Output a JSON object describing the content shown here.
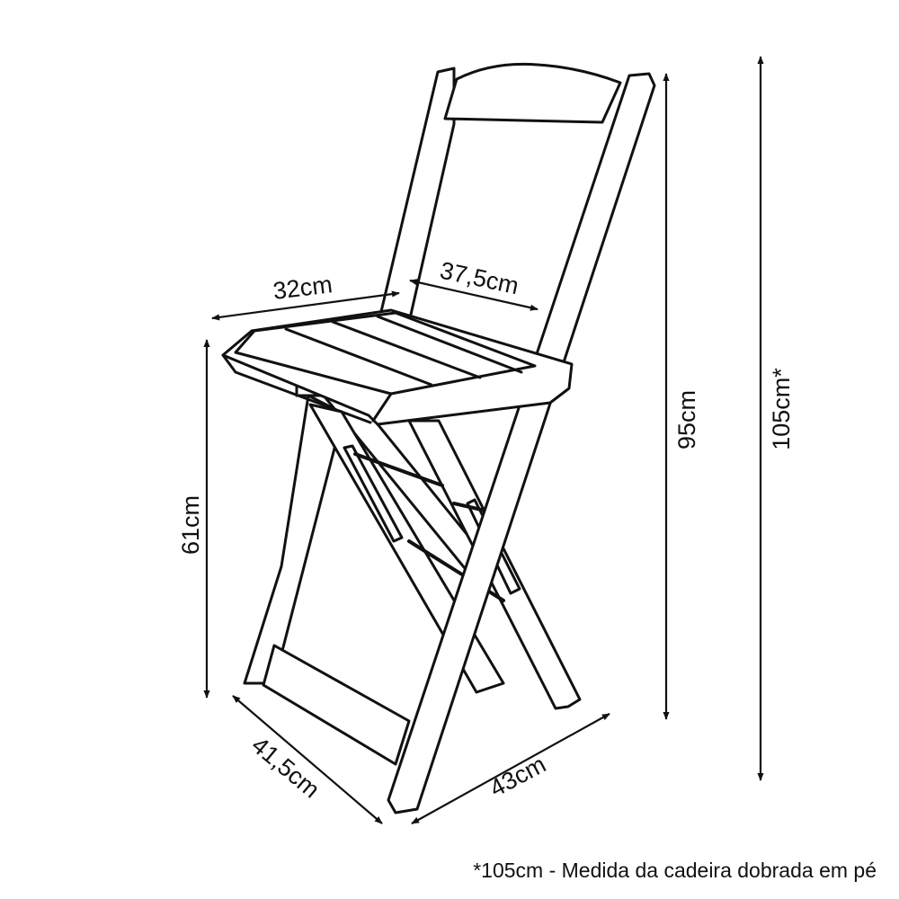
{
  "dimensions": {
    "seat_front": "32cm",
    "seat_depth": "37,5cm",
    "seat_height": "61cm",
    "chair_height": "95cm",
    "folded_height": "105cm*",
    "base_left": "41,5cm",
    "base_right": "43cm"
  },
  "footnote": "*105cm - Medida da cadeira dobrada em pé",
  "colors": {
    "line": "#111111",
    "background": "#ffffff"
  }
}
